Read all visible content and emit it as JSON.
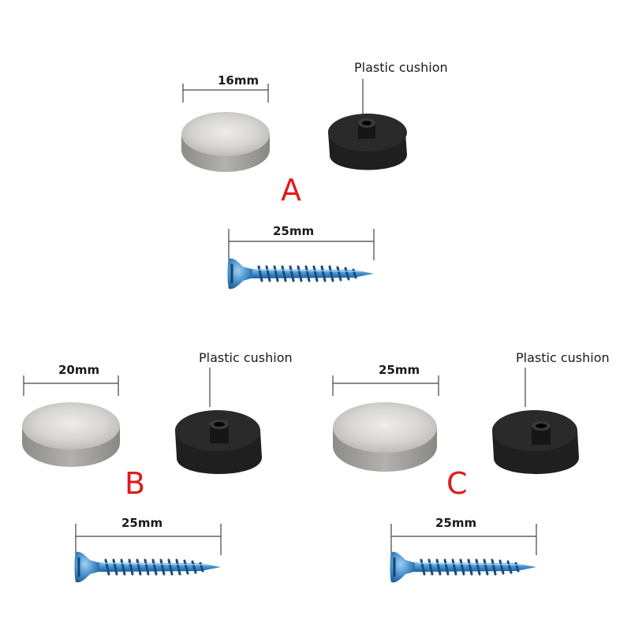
{
  "labels": {
    "plastic_cushion": "Plastic cushion",
    "screw_length": "25mm"
  },
  "groups": [
    {
      "letter": "A",
      "cap_diameter": "16mm"
    },
    {
      "letter": "B",
      "cap_diameter": "20mm"
    },
    {
      "letter": "C",
      "cap_diameter": "25mm"
    }
  ],
  "colors": {
    "letter": "#e01b1b",
    "cap": "#c9c7c3",
    "cushion": "#1e1e1e",
    "screw": "#4a98d6"
  }
}
